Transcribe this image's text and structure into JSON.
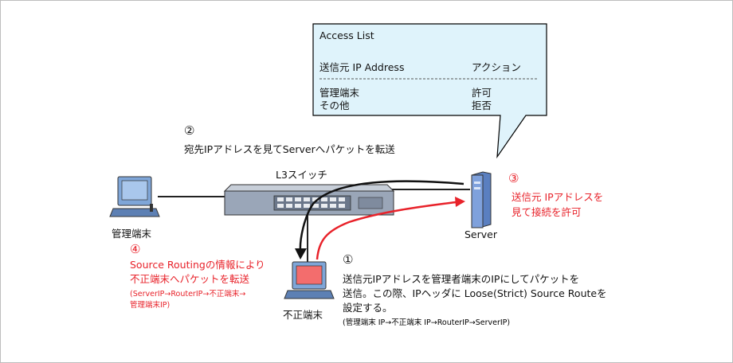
{
  "access_list": {
    "title": "Access List",
    "col_source": "送信元 IP Address",
    "col_action": "アクション",
    "rows": [
      {
        "source": "管理端末",
        "action": "許可"
      },
      {
        "source": "その他",
        "action": "拒否"
      }
    ]
  },
  "step2": {
    "number": "②",
    "text": "宛先IPアドレスを見てServerへパケットを転送"
  },
  "switch": {
    "label": "L3スイッチ"
  },
  "step3": {
    "number": "③",
    "line1": "送信元 IPアドレスを",
    "line2": "見て接続を許可"
  },
  "server": {
    "label": "Server"
  },
  "admin": {
    "label": "管理端末"
  },
  "step4": {
    "number": "④",
    "line1": "Source Routingの情報により",
    "line2": "不正端末へパケットを転送",
    "line3": "(ServerIP→RouterIP→不正端末→",
    "line4": "管理端末IP)"
  },
  "rogue": {
    "label": "不正端末"
  },
  "step1": {
    "number": "①",
    "line1": "送信元IPアドレスを管理者端末のIPにしてパケットを",
    "line2": "送信。この際、IPヘッダに Loose(Strict) Source Routeを",
    "line3": "設定する。",
    "line4": "(管理端末 IP→不正端末 IP→RouterIP→ServerIP)"
  },
  "colors": {
    "accent_red": "#e8222a",
    "bubble_fill": "#dff3fb",
    "switch_body": "#9aa6b8"
  }
}
